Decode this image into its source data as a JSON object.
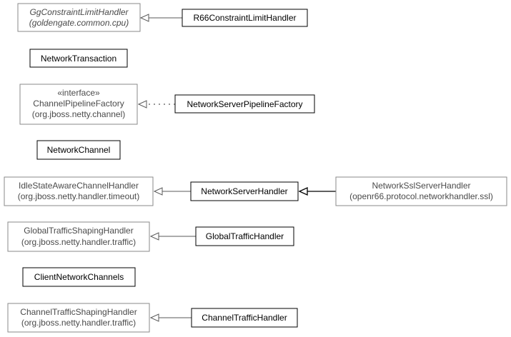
{
  "classes": {
    "gg_constraint_limit_handler": {
      "name": "GgConstraintLimitHandler",
      "package": "(goldengate.common.cpu)"
    },
    "r66_constraint_limit_handler": {
      "name": "R66ConstraintLimitHandler"
    },
    "network_transaction": {
      "name": "NetworkTransaction"
    },
    "channel_pipeline_factory": {
      "stereotype": "«interface»",
      "name": "ChannelPipelineFactory",
      "package": "(org.jboss.netty.channel)"
    },
    "network_server_pipeline_factory": {
      "name": "NetworkServerPipelineFactory"
    },
    "network_channel": {
      "name": "NetworkChannel"
    },
    "idle_state_aware_channel_handler": {
      "name": "IdleStateAwareChannelHandler",
      "package": "(org.jboss.netty.handler.timeout)"
    },
    "network_server_handler": {
      "name": "NetworkServerHandler"
    },
    "network_ssl_server_handler": {
      "name": "NetworkSslServerHandler",
      "package": "(openr66.protocol.networkhandler.ssl)"
    },
    "global_traffic_shaping_handler": {
      "name": "GlobalTrafficShapingHandler",
      "package": "(org.jboss.netty.handler.traffic)"
    },
    "global_traffic_handler": {
      "name": "GlobalTrafficHandler"
    },
    "client_network_channels": {
      "name": "ClientNetworkChannels"
    },
    "channel_traffic_shaping_handler": {
      "name": "ChannelTrafficShapingHandler",
      "package": "(org.jboss.netty.handler.traffic)"
    },
    "channel_traffic_handler": {
      "name": "ChannelTrafficHandler"
    }
  }
}
